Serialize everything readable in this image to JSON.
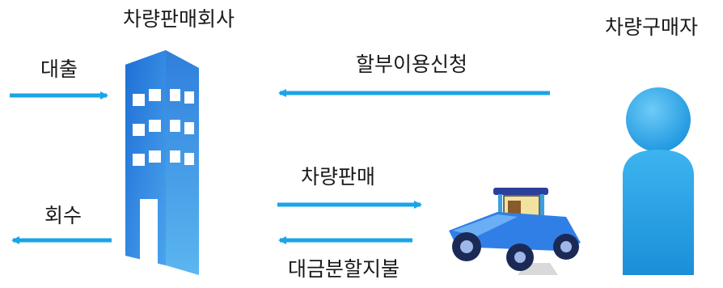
{
  "diagram": {
    "company_label": "차량판매회사",
    "buyer_label": "차량구매자",
    "flows": {
      "loan": "대출",
      "repayment": "회수",
      "installment_application": "할부이용신청",
      "vehicle_sale": "차량판매",
      "installment_payment": "대금분할지불"
    }
  },
  "colors": {
    "arrow": "#1aa5e6",
    "building": "#3a8fe0",
    "buyer": "#2aa6ea"
  }
}
